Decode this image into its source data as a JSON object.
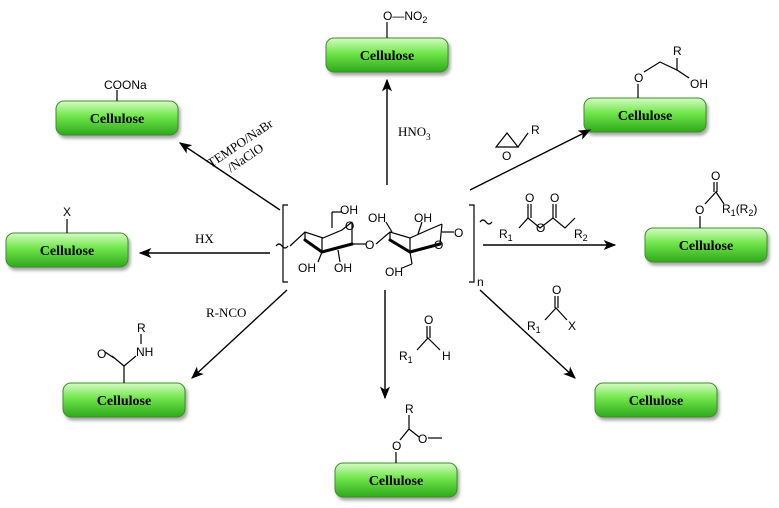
{
  "product_label": "Cellulose",
  "top": {
    "group": "O—NO",
    "group_sub": "2",
    "reagent_main": "HNO",
    "reagent_sub": "3"
  },
  "top_right": {
    "o": "O",
    "r": "R",
    "oh": "OH",
    "reagent_o": "O",
    "reagent_r": "R"
  },
  "right": {
    "product_o1": "O",
    "product_o2": "O",
    "product_r": "R",
    "product_r_sub": "1",
    "product_r_tail": "(R",
    "product_r_sub2": "2",
    "product_r_end": ")",
    "reagent_o1": "O",
    "reagent_o2": "O",
    "reagent_o3": "O",
    "reagent_r1": "R",
    "reagent_r1_sub": "1",
    "reagent_r2": "R",
    "reagent_r2_sub": "2"
  },
  "bottom_right": {
    "reagent_o": "O",
    "reagent_r": "R",
    "reagent_r_sub": "1",
    "reagent_x": "X"
  },
  "bottom": {
    "reagent_o": "O",
    "reagent_r": "R",
    "reagent_r_sub": "1",
    "reagent_h": "H",
    "product_r": "R",
    "product_o1": "O",
    "product_o2": "O"
  },
  "bottom_left": {
    "reagent": "R-NCO",
    "o": "O",
    "nh": "NH",
    "r": "R"
  },
  "left": {
    "x": "X",
    "reagent": "HX"
  },
  "top_left": {
    "group": "COONa",
    "reagent_line1": "TEMPO/NaBr",
    "reagent_line2": "/NaClO"
  },
  "center": {
    "oh1": "OH",
    "oh2": "OH",
    "oh3": "OH",
    "oh4": "OH",
    "oh5": "OH",
    "oh6": "OH",
    "o_ring1": "O",
    "o_ring2": "O",
    "o_link": "O",
    "o_end": "O",
    "n": "n"
  },
  "colors": {
    "pill_light": "#c8f5b4",
    "pill_mid": "#5fe03a",
    "pill_dark": "#2fa81c",
    "pill_edge": "#3d8f2a"
  }
}
